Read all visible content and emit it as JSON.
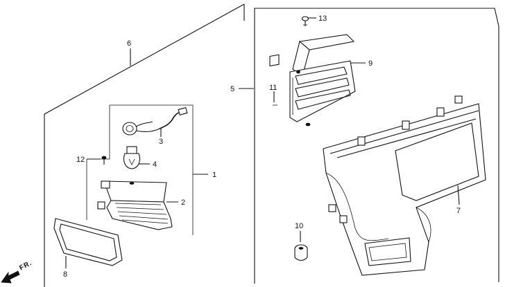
{
  "callouts": {
    "p1": "1",
    "p2": "2",
    "p3": "3",
    "p4": "4",
    "p5": "5",
    "p6": "6",
    "p7": "7",
    "p8": "8",
    "p9": "9",
    "p10": "10",
    "p11": "11",
    "p12": "12",
    "p13": "13"
  },
  "direction_label": "FR."
}
